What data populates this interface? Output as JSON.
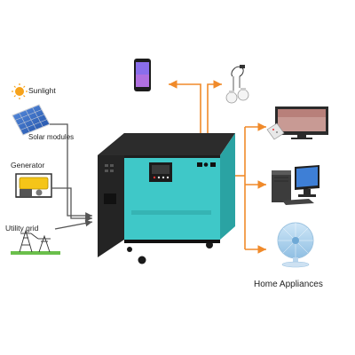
{
  "inputs": [
    {
      "label": "Sunlight",
      "icon": "sun-icon"
    },
    {
      "label": "Solar modules",
      "icon": "solar-panel-icon"
    },
    {
      "label": "Generator",
      "icon": "generator-icon"
    },
    {
      "label": "Utility grid",
      "icon": "utility-tower-icon"
    }
  ],
  "outputs_title": "Home Appliances",
  "colors": {
    "unit_body": "#3fc8c8",
    "unit_top": "#2a2a2a",
    "cable": "#f08a2a",
    "arrow": "#555555"
  }
}
